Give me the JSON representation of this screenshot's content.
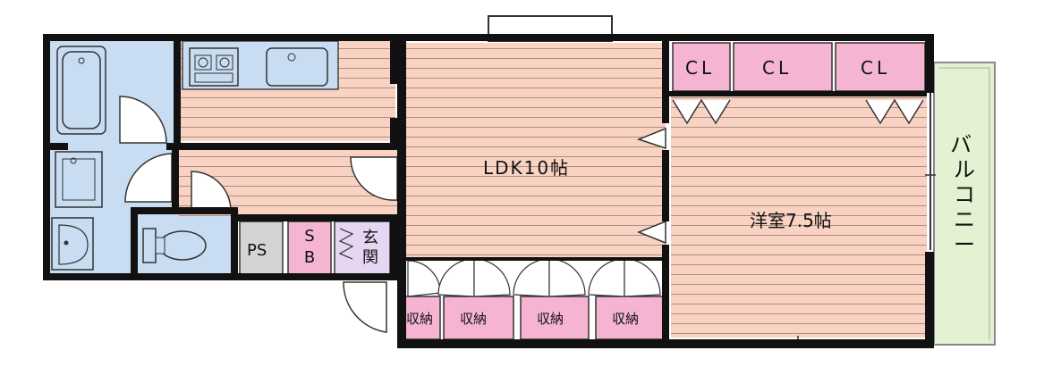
{
  "rooms": {
    "ldk": "LDK10帖",
    "western": "洋室7.5帖",
    "balcony": "バルコニー",
    "entrance": "玄関",
    "ps": "PS",
    "sb": "SB"
  },
  "closets": {
    "cl": [
      "CL",
      "CL",
      "CL"
    ],
    "storage": [
      "収納",
      "収納",
      "収納",
      "収納"
    ]
  },
  "colors": {
    "floor_wood": "#f9d2c2",
    "floor_stripe": "#a8908a",
    "wet_area": "#c8dcf2",
    "closet_pink": "#f4b4d2",
    "entrance_lavender": "#e6d6f2",
    "balcony_green": "#e2f2d2",
    "wall": "#111111"
  },
  "icons": [
    "bathtub-icon",
    "stove-icon",
    "sink-icon",
    "washing-machine-icon",
    "washbasin-icon",
    "toilet-icon"
  ]
}
